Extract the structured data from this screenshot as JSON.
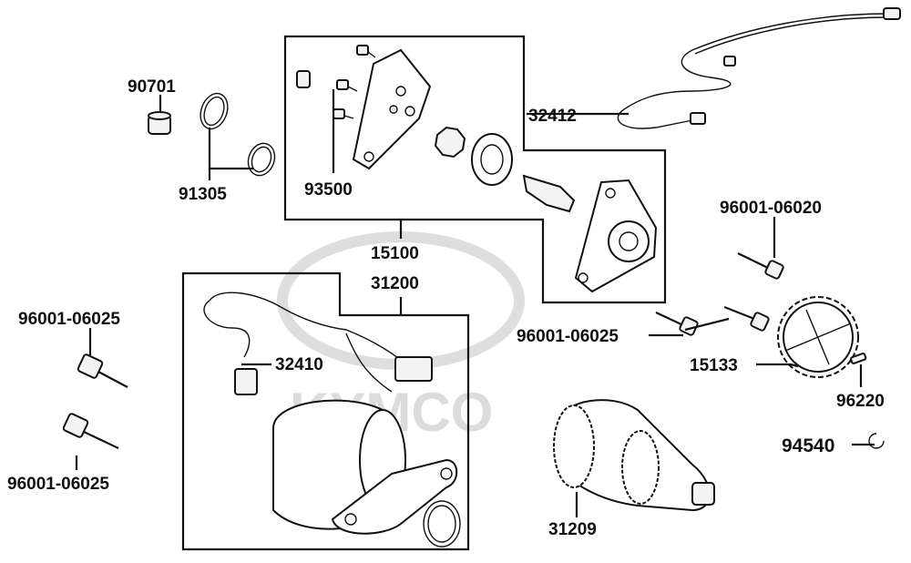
{
  "watermark": {
    "text": "KYMCO"
  },
  "labels": {
    "p90701": "90701",
    "p91305": "91305",
    "p93500": "93500",
    "p32412": "32412",
    "p96001_06020": "96001-06020",
    "p15100": "15100",
    "p31200": "31200",
    "p96001_06025_left_top": "96001-06025",
    "p32410": "32410",
    "p96001_06025_right": "96001-06025",
    "p15133": "15133",
    "p96220": "96220",
    "p94540": "94540",
    "p96001_06025_left_bottom": "96001-06025",
    "p31209": "31209"
  },
  "colors": {
    "line": "#111111",
    "watermark": "#dcdcdc",
    "background": "#ffffff"
  }
}
